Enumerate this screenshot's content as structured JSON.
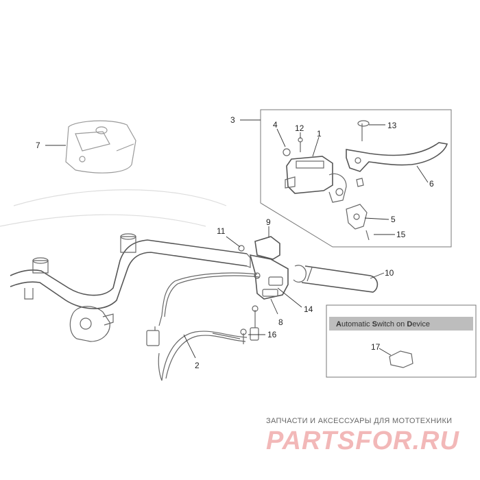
{
  "diagram": {
    "callouts": [
      {
        "id": "c1",
        "label": "1"
      },
      {
        "id": "c2",
        "label": "2"
      },
      {
        "id": "c3",
        "label": "3"
      },
      {
        "id": "c4",
        "label": "4"
      },
      {
        "id": "c5",
        "label": "5"
      },
      {
        "id": "c6",
        "label": "6"
      },
      {
        "id": "c7",
        "label": "7"
      },
      {
        "id": "c8",
        "label": "8"
      },
      {
        "id": "c9",
        "label": "9"
      },
      {
        "id": "c10",
        "label": "10"
      },
      {
        "id": "c11",
        "label": "11"
      },
      {
        "id": "c12",
        "label": "12"
      },
      {
        "id": "c13",
        "label": "13"
      },
      {
        "id": "c14",
        "label": "14"
      },
      {
        "id": "c15",
        "label": "15"
      },
      {
        "id": "c16",
        "label": "16"
      },
      {
        "id": "c17",
        "label": "17"
      }
    ],
    "inset": {
      "title_parts": [
        "A",
        "utomatic ",
        "S",
        "witch on ",
        "D",
        "evice"
      ]
    }
  },
  "watermark": {
    "tagline": "ЗАПЧАСТИ И АКСЕССУАРЫ ДЛЯ МОТОТЕХНИКИ",
    "logo": "PARTSFOR.RU",
    "logo_color": "#f2b8b8"
  }
}
